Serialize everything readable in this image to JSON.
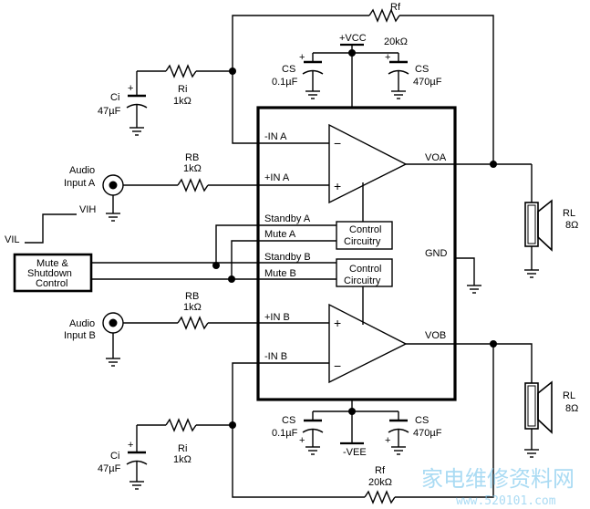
{
  "rf_top": {
    "name": "Rf",
    "value": "20kΩ"
  },
  "rf_bottom": {
    "name": "Rf",
    "value": "20kΩ"
  },
  "vcc_label": "+VCC",
  "vee_label": "-VEE",
  "cs_top_left": {
    "name": "CS",
    "value": "0.1µF"
  },
  "cs_top_right": {
    "name": "CS",
    "value": "470µF"
  },
  "cs_bottom_left": {
    "name": "CS",
    "value": "0.1µF"
  },
  "cs_bottom_right": {
    "name": "CS",
    "value": "470µF"
  },
  "ci_top": {
    "name": "Ci",
    "value": "47µF"
  },
  "ci_bottom": {
    "name": "Ci",
    "value": "47µF"
  },
  "ri_top": {
    "name": "Ri",
    "value": "1kΩ"
  },
  "ri_bottom": {
    "name": "Ri",
    "value": "1kΩ"
  },
  "rb_top": {
    "name": "RB",
    "value": "1kΩ"
  },
  "rb_bottom": {
    "name": "RB",
    "value": "1kΩ"
  },
  "audio_a": {
    "line1": "Audio",
    "line2": "Input A"
  },
  "audio_b": {
    "line1": "Audio",
    "line2": "Input B"
  },
  "vil_label": "VIL",
  "vih_label": "VIH",
  "mute_box": {
    "line1": "Mute &",
    "line2": "Shutdown",
    "line3": "Control"
  },
  "pins": {
    "in_minus_a": "-IN A",
    "in_plus_a": "+IN A",
    "standby_a": "Standby A",
    "mute_a": "Mute A",
    "standby_b": "Standby B",
    "mute_b": "Mute B",
    "in_plus_b": "+IN B",
    "in_minus_b": "-IN B",
    "voa": "VOA",
    "vob": "VOB",
    "gnd": "GND"
  },
  "control_a": {
    "line1": "Control",
    "line2": "Circuitry"
  },
  "control_b": {
    "line1": "Control",
    "line2": "Circuitry"
  },
  "rl_top": {
    "name": "RL",
    "value": "8Ω"
  },
  "rl_bottom": {
    "name": "RL",
    "value": "8Ω"
  },
  "watermark": {
    "cn": "家电维修资料网",
    "url": "www.520101.com"
  }
}
